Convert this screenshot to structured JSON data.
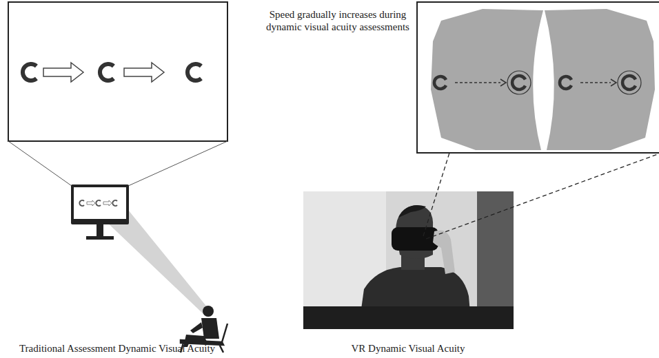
{
  "diagram": {
    "labels": [
      "Speed gradually increases during dynamic visual acuity assessments",
      "Traditional Assessment Dynamic Visual Acuity",
      "VR Dynamic Visual Acuity"
    ]
  }
}
